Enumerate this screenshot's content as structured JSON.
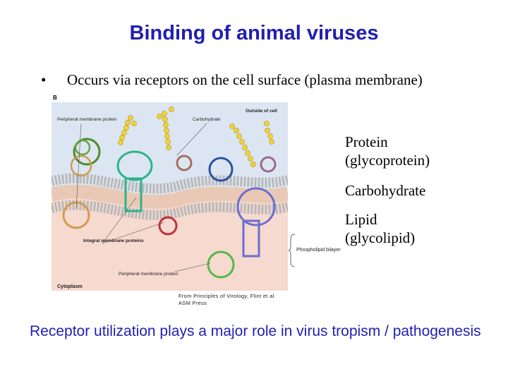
{
  "slide": {
    "title": "Binding of animal viruses",
    "bullet_marker": "•",
    "bullet_text": "Occurs via receptors on the cell surface (plasma membrane)",
    "figure": {
      "panel_letter": "B",
      "labels": {
        "peripheral_top": "Peripheral membrane protein",
        "carbohydrate": "Carbohydrate",
        "outside": "Outside of cell",
        "integral": "Integral membrane proteins",
        "peripheral_bottom": "Peripheral membrane protein",
        "cytoplasm": "Cytoplasm",
        "bilayer": "Phospholipid bilayer"
      },
      "credit_line1": "From Principles of Virology, Flint et al.",
      "credit_line2": "ASM Press"
    },
    "side_labels": {
      "protein_line1": "Protein",
      "protein_line2": "(glycoprotein)",
      "carbohydrate": "Carbohydrate",
      "lipid_line1": "Lipid",
      "lipid_line2": "(glycolipid)"
    },
    "bottom_text": "Receptor utilization plays a major role in virus tropism / pathogenesis",
    "colors": {
      "title": "#1f1fb4",
      "bottom_text": "#1f1fb4",
      "outside_bg": "#dce6f2",
      "cytoplasm_bg": "#f6d9cf"
    }
  }
}
